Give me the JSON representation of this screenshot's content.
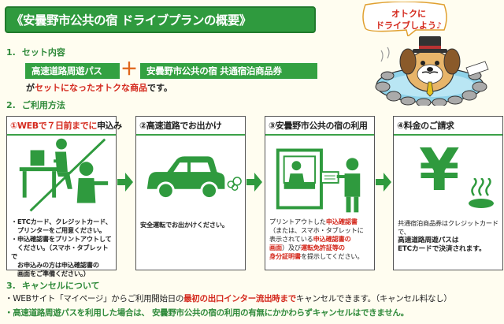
{
  "title": "《安曇野市公共の宿 ドライブプランの概要》",
  "speech_bubble": [
    "オトクに",
    "ドライブしよう♪"
  ],
  "section1": {
    "num": "1.",
    "label": "セット内容",
    "pill_left": "高速道路周遊パス",
    "plus": "＋",
    "pill_right": "安曇野市公共の宿 共通宿泊商品券",
    "desc_pre": "が",
    "desc_hl": "セットになったオトクな商品",
    "desc_post": "です。"
  },
  "section2": {
    "num": "2.",
    "label": "ご利用方法"
  },
  "steps": [
    {
      "title_red": "①WEBで７日前までに",
      "title_rest": "申込み",
      "lines": [
        "・ETCカード、クレジットカード、",
        "　プリンターをご用意ください。",
        "・申込確認書をプリントアウトして",
        "　ください。（スマホ・タブレットで",
        "　お申込みの方は申込確認書の",
        "　画面をご準備ください。）"
      ]
    },
    {
      "title_rest": "②高速道路でお出かけ",
      "lines": [
        "安全運転でお出かけください。"
      ]
    },
    {
      "title_rest": "③安曇野市公共の宿の利用",
      "l1a": "プリントアウトした",
      "l1b": "申込確認書",
      "l2": "（または、スマホ・タブレットに",
      "l3a": "表示されている",
      "l3b": "申込確認書の",
      "l4a": "画面",
      "l4b": "）及び",
      "l4c": "運転免許証等の",
      "l5a": "身分証明書",
      "l5b": "を提示してください。"
    },
    {
      "title_rest": "④料金のご請求",
      "lines": [
        "共通宿泊商品券はクレジットカードで、",
        "高速道路周遊パスは",
        "ETCカードで決済されます。"
      ],
      "yen": "¥"
    }
  ],
  "section3": {
    "num": "3.",
    "label": "キャンセルについて",
    "line1_a": "・WEBサイト「マイページ」からご利用開始日の",
    "line1_b": "最初の出口インター流出時まで",
    "line1_c": "キャンセルできます。（キャンセル料なし）",
    "line2": "・高速道路周遊パスを利用した場合は、 安曇野市公共の宿の利用の有無にかかわらずキャンセルはできません。"
  },
  "colors": {
    "green": "#2f9a3e",
    "red": "#d4291d",
    "orange_plus": "#e0651a"
  }
}
